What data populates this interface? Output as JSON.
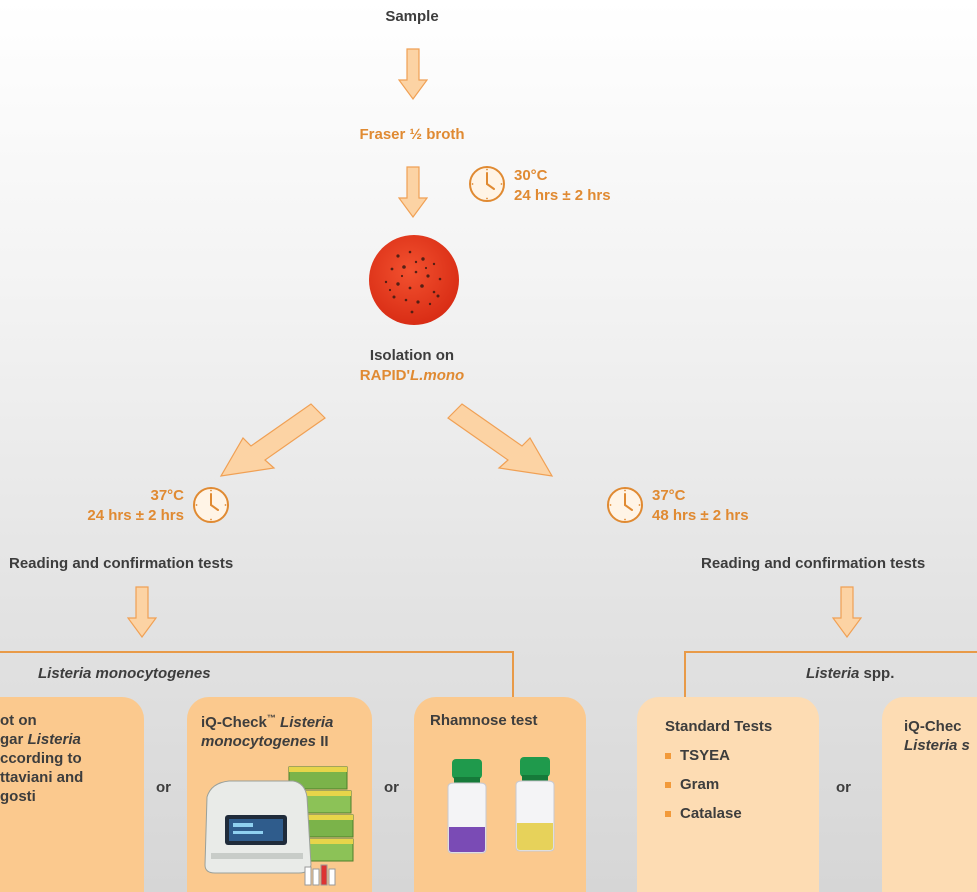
{
  "steps": {
    "sample": "Sample",
    "enrichment": "Fraser ½ broth",
    "incubation1": {
      "temp": "30°C",
      "time": "24 hrs ± 2 hrs"
    },
    "isolation_line1": "Isolation on",
    "isolation_line2_prefix": "RAPID'",
    "isolation_line2_italic": "L.mono"
  },
  "left_branch": {
    "temp": "37°C",
    "time": "24 hrs ± 2 hrs",
    "reading": "Reading and confirmation tests",
    "group_title": "Listeria monocytogenes",
    "box1": {
      "line1": "ot on",
      "line2_prefix": "gar ",
      "line2_italic": "Listeria",
      "line3": "ccording to",
      "line4": "ttaviani and",
      "line5": "gosti"
    },
    "box2": {
      "prefix": "iQ-Check",
      "tm": "™",
      "italic1": "Listeria",
      "italic2": "monocytogenes",
      "suffix": "II"
    },
    "box3": {
      "title": "Rhamnose test"
    },
    "or1": "or",
    "or2": "or"
  },
  "right_branch": {
    "temp": "37°C",
    "time": "48 hrs ± 2 hrs",
    "reading": "Reading and confirmation tests",
    "group_title_italic": "Listeria",
    "group_title_suffix": "spp.",
    "box1": {
      "title": "Standard Tests",
      "items": [
        "TSYEA",
        "Gram",
        "Catalase"
      ]
    },
    "box2": {
      "line1": "iQ-Chec",
      "line2_italic": "Listeria",
      "line2_suffix": "s"
    },
    "or": "or"
  },
  "colors": {
    "accent": "#e08a32",
    "arrow_fill": "#fcd3a4",
    "arrow_stroke": "#f0a054",
    "box_dark": "#fbc98e",
    "box_light": "#fddcb3",
    "agar_plate": "#e7371c",
    "vial_purple": "#7a4bb5",
    "vial_yellow": "#e7d25a",
    "cap_green": "#1f9a4c"
  }
}
